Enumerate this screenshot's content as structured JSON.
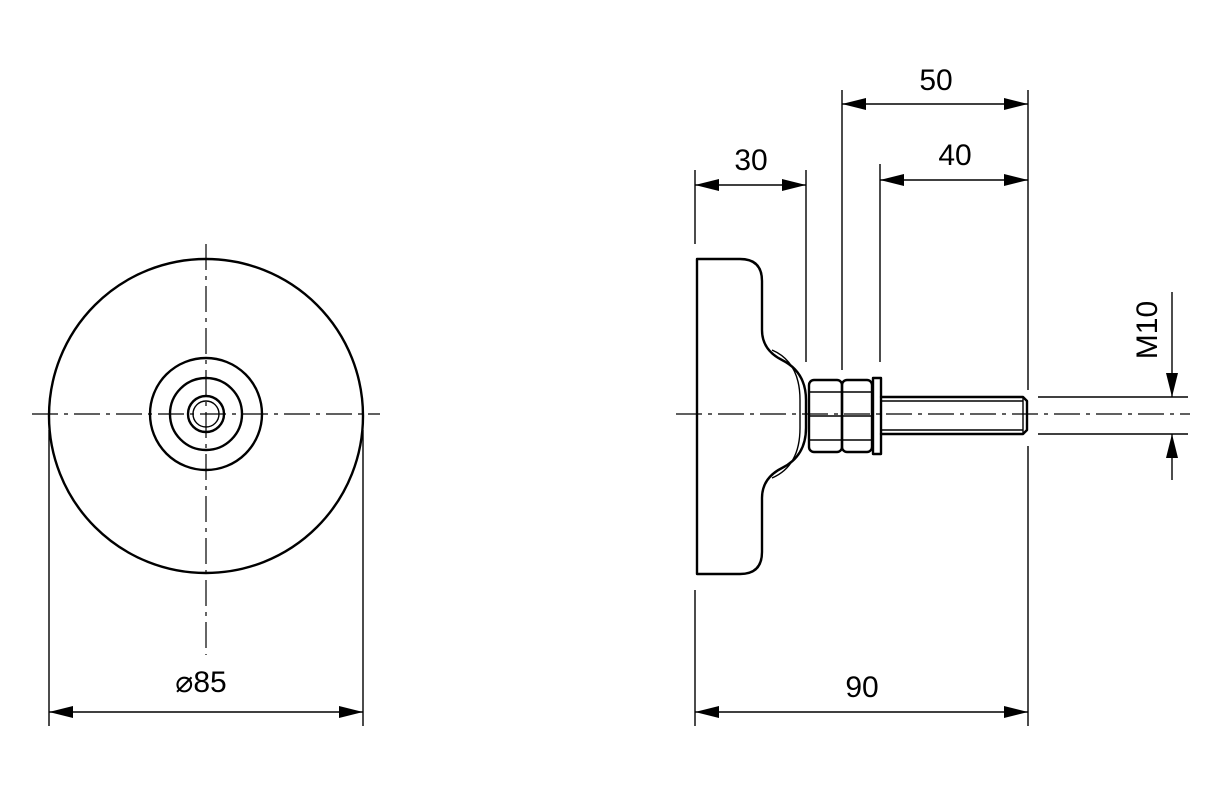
{
  "dimensions": {
    "diameter": "⌀85",
    "overall_length": "90",
    "base_thickness": "30",
    "stud_length_50": "50",
    "stud_length_40": "40",
    "thread": "M10"
  }
}
